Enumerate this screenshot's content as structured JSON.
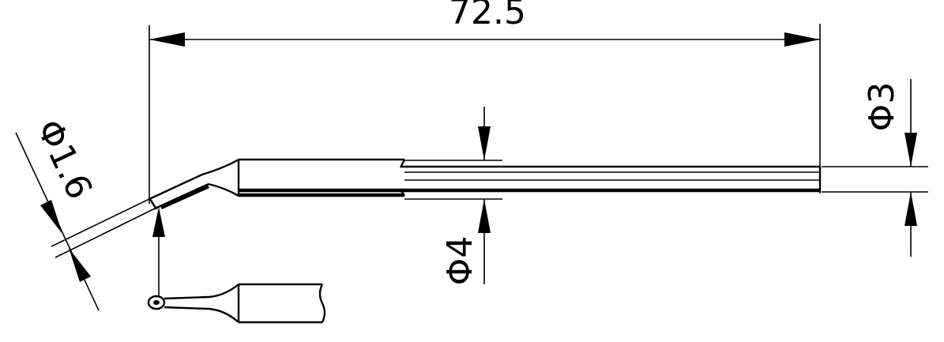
{
  "drawing": {
    "dimensions": {
      "overall_length": "72.5",
      "tip_diameter": "Φ1.6",
      "shaft_diameter": "Φ4",
      "end_diameter": "Φ3"
    }
  }
}
